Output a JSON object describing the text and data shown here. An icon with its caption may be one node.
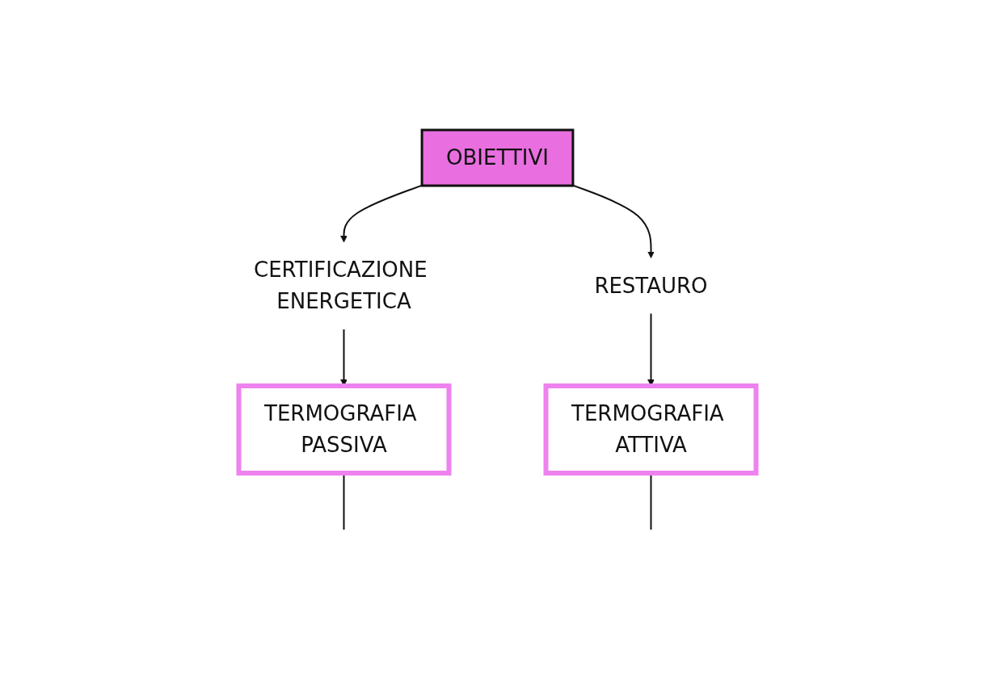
{
  "diagram": {
    "nodes": [
      {
        "text": [
          "OBIETTIVI"
        ]
      },
      {
        "text": [
          "CERTIFICAZIONE ENERGETICA"
        ]
      },
      {
        "text": [
          "RESTAURO"
        ]
      },
      {
        "text": [
          "TERMOGRAFIA PASSIVA"
        ]
      },
      {
        "text": [
          "TERMOGRAFIA ATTIVA"
        ]
      }
    ],
    "edges": [
      {
        "from": 0,
        "to": 1,
        "arrow": "to"
      },
      {
        "from": 0,
        "to": 2,
        "arrow": "to"
      },
      {
        "from": 1,
        "to": 3,
        "arrow": "to"
      },
      {
        "from": 2,
        "to": 4,
        "arrow": "to"
      },
      {
        "from": 3,
        "to": null,
        "arrow": "none"
      },
      {
        "from": 4,
        "to": null,
        "arrow": "none"
      }
    ]
  }
}
